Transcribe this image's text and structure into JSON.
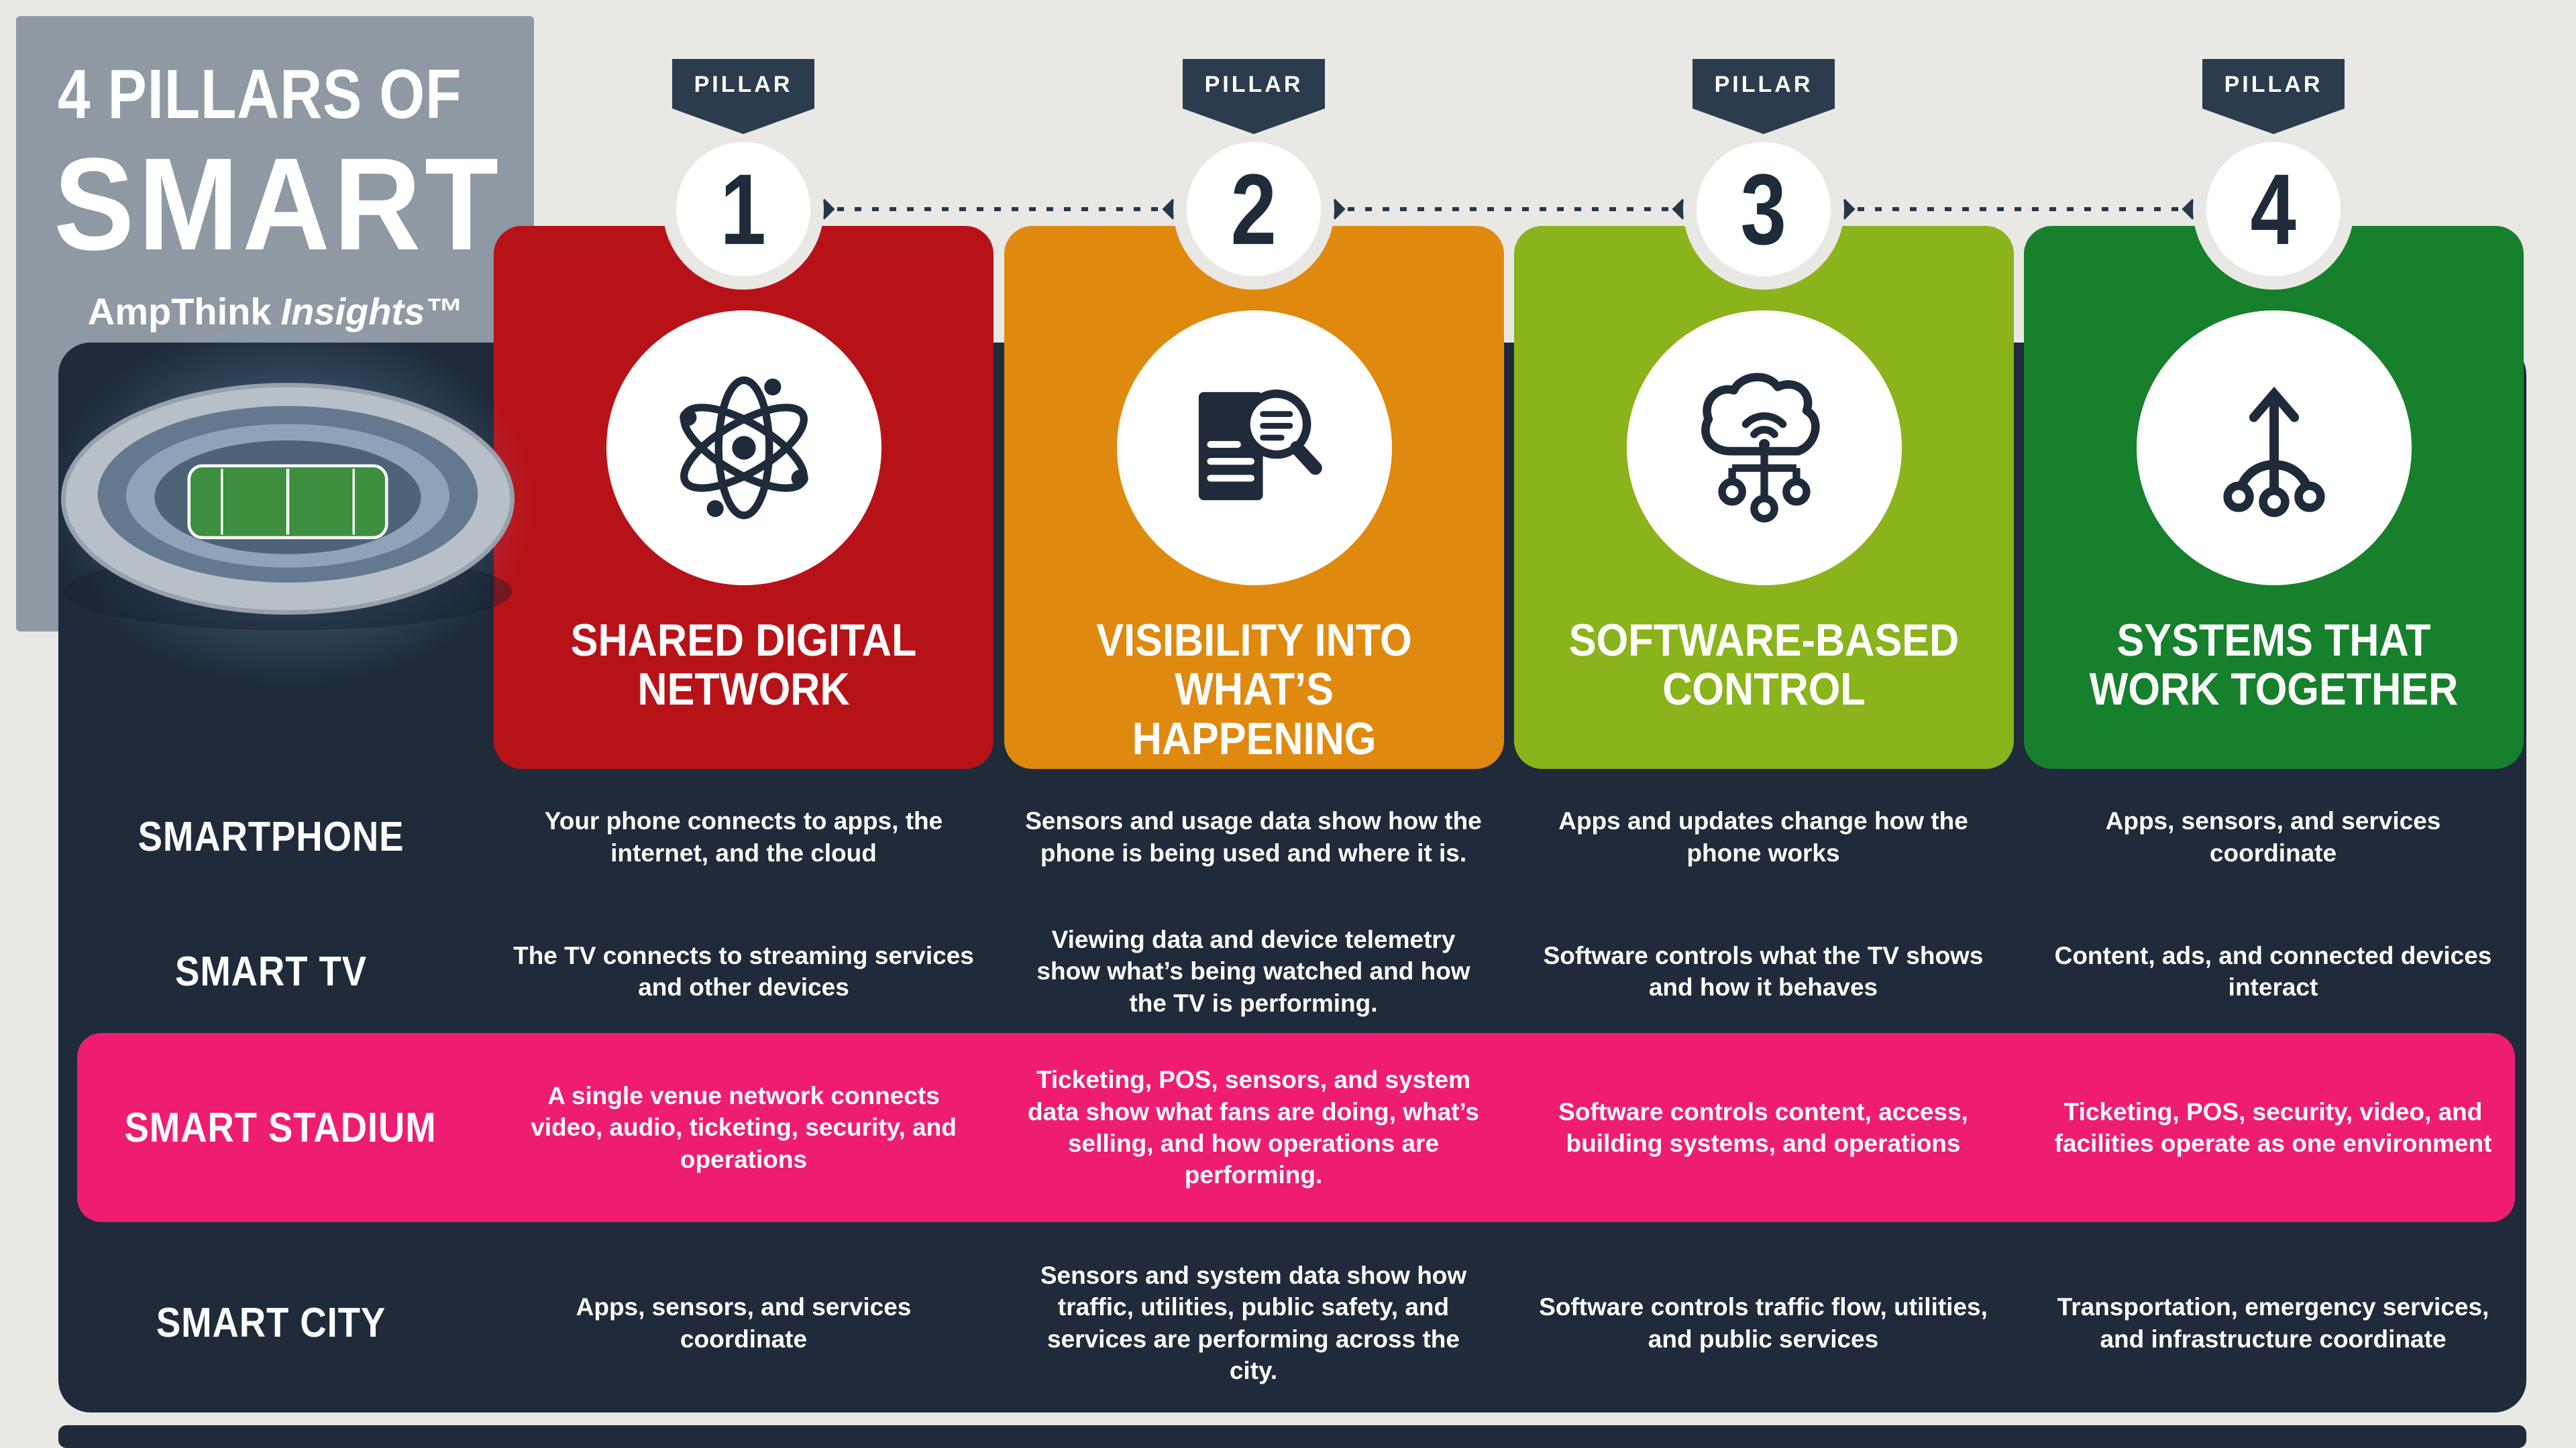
{
  "header": {
    "title_line1": "4 PILLARS OF",
    "title_line2": "SMART",
    "brand": "AmpThink",
    "brand_suffix": "Insights™"
  },
  "pillars": [
    {
      "ribbon_label": "PILLAR",
      "number": "1",
      "title": "SHARED DIGITAL NETWORK",
      "color": "#b81219",
      "icon": "network-atom-icon"
    },
    {
      "ribbon_label": "PILLAR",
      "number": "2",
      "title": "VISIBILITY INTO WHAT’S HAPPENING",
      "color": "#e0890f",
      "icon": "document-magnifier-icon"
    },
    {
      "ribbon_label": "PILLAR",
      "number": "3",
      "title": "SOFTWARE-BASED CONTROL",
      "color": "#8ab31c",
      "icon": "cloud-control-icon"
    },
    {
      "ribbon_label": "PILLAR",
      "number": "4",
      "title": "SYSTEMS THAT WORK TOGETHER",
      "color": "#17802c",
      "icon": "merge-arrows-icon"
    }
  ],
  "rows": [
    {
      "label": "SMARTPHONE",
      "highlight": false,
      "cells": [
        "Your phone connects to apps, the internet, and the cloud",
        "Sensors and usage data show how the phone is being used and where it is.",
        "Apps and updates change how the phone works",
        "Apps, sensors, and services coordinate"
      ]
    },
    {
      "label": "SMART TV",
      "highlight": false,
      "cells": [
        "The TV connects to streaming services and other devices",
        "Viewing data and device telemetry show what’s being watched and how the TV is performing.",
        "Software controls what the TV shows and how it behaves",
        "Content, ads, and connected devices interact"
      ]
    },
    {
      "label": "SMART STADIUM",
      "highlight": true,
      "cells": [
        "A single venue network connects video, audio, ticketing, security, and operations",
        "Ticketing, POS, sensors, and system data show what fans are doing, what’s selling, and how operations are performing.",
        "Software controls content, access, building systems, and operations",
        "Ticketing, POS, security, video, and facilities operate as one environment"
      ]
    },
    {
      "label": "SMART CITY",
      "highlight": false,
      "cells": [
        "Apps, sensors, and services coordinate",
        "Sensors and system data show how traffic, utilities, public safety, and services are performing across the city.",
        "Software controls traffic flow, utilities, and public services",
        "Transportation, emergency services, and infrastructure coordinate"
      ]
    }
  ],
  "colors": {
    "page_background": "#e9e8e5",
    "panel": "#1f2b3b",
    "ribbon": "#2b3c4e",
    "highlight_row": "#ee1d72",
    "pillar1": "#b81219",
    "pillar2": "#e0890f",
    "pillar3": "#8ab31c",
    "pillar4": "#17802c"
  }
}
